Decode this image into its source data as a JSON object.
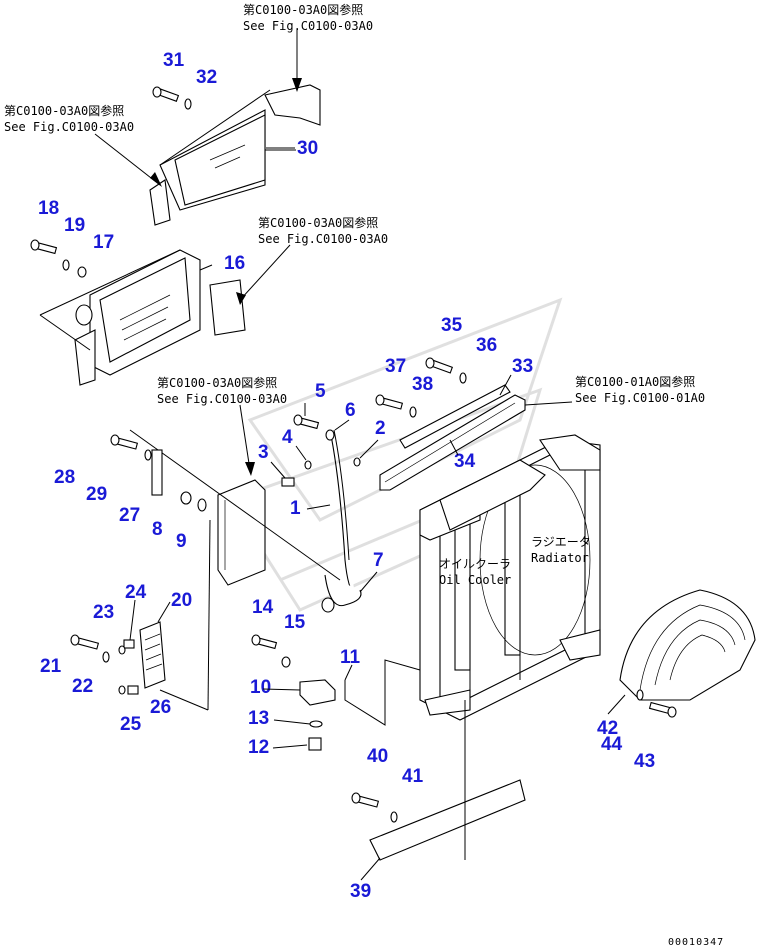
{
  "references": {
    "fig_03A0_top": {
      "jp": "第C0100-03A0図参照",
      "en": "See Fig.C0100-03A0"
    },
    "fig_03A0_left": {
      "jp": "第C0100-03A0図参照",
      "en": "See Fig.C0100-03A0"
    },
    "fig_03A0_mid": {
      "jp": "第C0100-03A0図参照",
      "en": "See Fig.C0100-03A0"
    },
    "fig_03A0_center": {
      "jp": "第C0100-03A0図参照",
      "en": "See Fig.C0100-03A0"
    },
    "fig_01A0_right": {
      "jp": "第C0100-01A0図参照",
      "en": "See Fig.C0100-01A0"
    }
  },
  "labels": {
    "radiator_jp": "ラジエータ",
    "radiator_en": "Radiator",
    "oil_cooler_jp": "オイルクーラ",
    "oil_cooler_en": "Oil Cooler"
  },
  "callouts": {
    "c1": "1",
    "c2": "2",
    "c3": "3",
    "c4": "4",
    "c5": "5",
    "c6": "6",
    "c7": "7",
    "c8": "8",
    "c9": "9",
    "c10": "10",
    "c11": "11",
    "c12": "12",
    "c13": "13",
    "c14": "14",
    "c15": "15",
    "c16": "16",
    "c17": "17",
    "c18": "18",
    "c19": "19",
    "c20": "20",
    "c21": "21",
    "c22": "22",
    "c23": "23",
    "c24": "24",
    "c25": "25",
    "c26": "26",
    "c27": "27",
    "c28": "28",
    "c29": "29",
    "c30": "30",
    "c31": "31",
    "c32": "32",
    "c33": "33",
    "c34": "34",
    "c35": "35",
    "c36": "36",
    "c37": "37",
    "c38": "38",
    "c39": "39",
    "c40": "40",
    "c41": "41",
    "c42": "42",
    "c43": "43",
    "c44": "44"
  },
  "drawing_code": "00010347"
}
